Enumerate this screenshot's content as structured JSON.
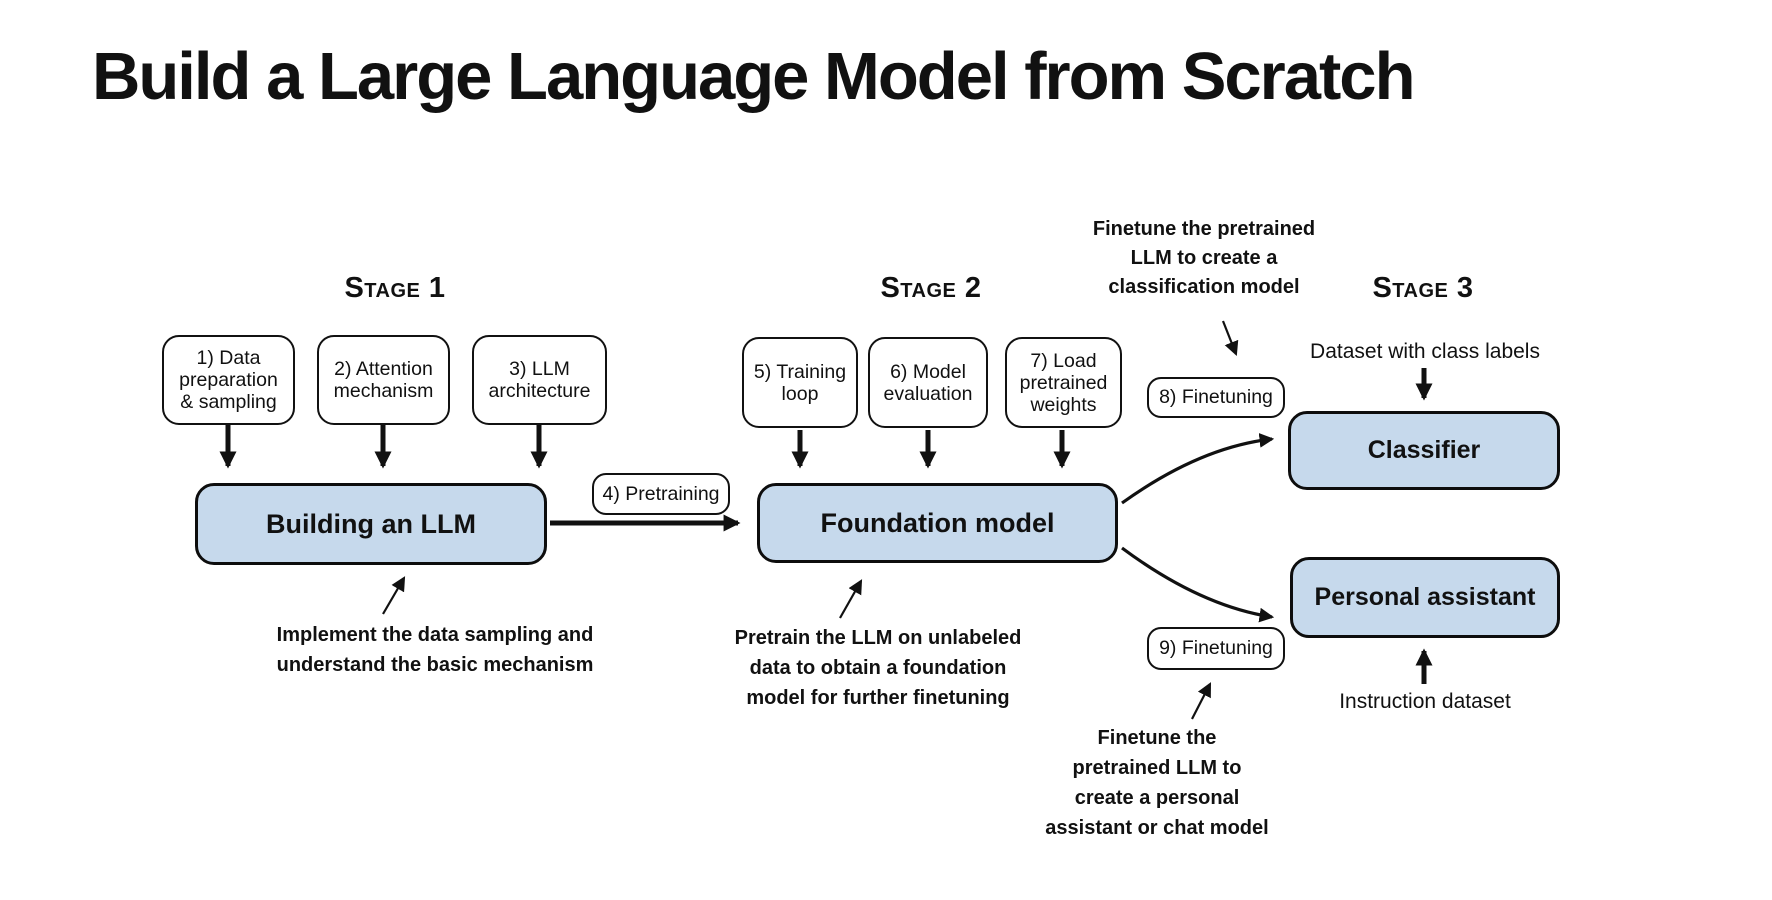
{
  "title": "Build a Large Language Model from Scratch",
  "colors": {
    "box_fill": "#C6D9EC",
    "box_border": "#0d0d0d",
    "text": "#111111",
    "background": "#ffffff"
  },
  "stage_labels": {
    "stage1": "Stage 1",
    "stage2": "Stage 2",
    "stage3": "Stage 3"
  },
  "step_boxes": {
    "s1": "1) Data\npreparation\n& sampling",
    "s2": "2) Attention\nmechanism",
    "s3": "3) LLM\narchitecture",
    "s4": "4) Pretraining",
    "s5": "5) Training\nloop",
    "s6": "6) Model\nevaluation",
    "s7": "7) Load\npretrained\nweights",
    "s8": "8) Finetuning",
    "s9": "9) Finetuning"
  },
  "main_boxes": {
    "building": "Building an LLM",
    "foundation": "Foundation model",
    "classifier": "Classifier",
    "assistant": "Personal assistant"
  },
  "io_labels": {
    "class_dataset": "Dataset with class labels",
    "instruction_dataset": "Instruction dataset"
  },
  "annotations": {
    "stage1": "Implement the data sampling and\nunderstand the basic mechanism",
    "stage2": "Pretrain the LLM on unlabeled\ndata to obtain a foundation\nmodel for further finetuning",
    "classification": "Finetune the pretrained\nLLM to create a\nclassification model",
    "assistant": "Finetune the\npretrained LLM to\ncreate a personal\nassistant or chat model"
  }
}
